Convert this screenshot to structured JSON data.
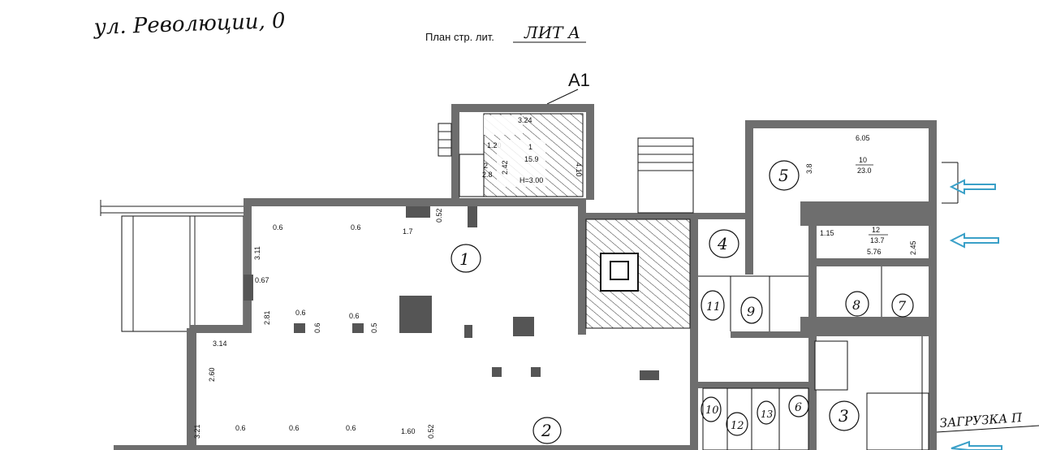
{
  "header": {
    "street": "ул. Революции, 0",
    "plan_label": "План стр. лит.",
    "plan_value": "ЛИТ А",
    "annex": "А1"
  },
  "annex_labels": {
    "dim_top": "3.24",
    "dim_left": "1.20",
    "room1_num": "1",
    "room1_area": "15.9",
    "room1_height": "Н=3.00",
    "room2_num": "2",
    "room2_area": "2.8",
    "dim_a": "2.42",
    "dim_b": "4.10"
  },
  "room_circles": [
    "1",
    "2",
    "4",
    "5",
    "11",
    "9",
    "8",
    "7",
    "10",
    "12",
    "13",
    "6",
    "3"
  ],
  "right_block": {
    "dim_605": "6.05",
    "room10_num": "10",
    "room10_area": "23.0",
    "dim_38": "3.8",
    "dim_115": "1.15",
    "room12_num": "12",
    "room12_area": "13.7",
    "dim_576": "5.76",
    "dim_245": "2.45"
  },
  "dimensions": {
    "d1": "0.6",
    "d2": "0.6",
    "d3": "1.7",
    "d4": "0.52",
    "d5": "3.11",
    "d6": "0.67",
    "d7": "2.81",
    "d8": "0.6",
    "d9": "0.6",
    "d10": "0.6",
    "d11": "0.5",
    "d12": "3.14",
    "d13": "2.60",
    "d14": "3.21",
    "d15": "0.6",
    "d16": "0.6",
    "d17": "0.6",
    "d18": "1.60",
    "d19": "0.52"
  },
  "loading_label": "ЗАГРУЗКА П",
  "colors": {
    "arrow": "#3aa0c8",
    "wall": "#6e6e6e"
  }
}
